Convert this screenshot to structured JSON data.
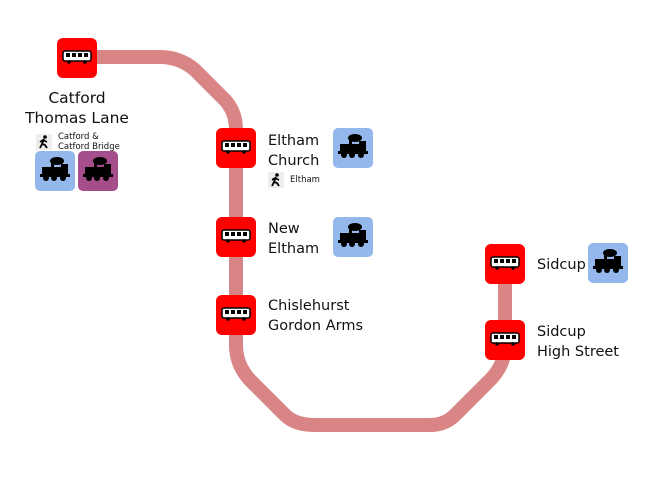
{
  "colors": {
    "route": "#d98585",
    "stop": "#ff0000",
    "rail_blue": "#94b8ec",
    "rail_purple": "#a64d8c"
  },
  "stops": [
    {
      "name": "Catford Thomas Lane",
      "line1": "Catford",
      "line2": "Thomas Lane",
      "walk": {
        "line1": "Catford &",
        "line2": "Catford Bridge"
      },
      "rail": [
        "blue",
        "purple"
      ]
    },
    {
      "name": "Eltham Church",
      "line1": "Eltham",
      "line2": "Church",
      "walk": {
        "line1": "Eltham"
      },
      "rail": [
        "blue"
      ]
    },
    {
      "name": "New Eltham",
      "line1": "New",
      "line2": "Eltham",
      "rail": [
        "blue"
      ]
    },
    {
      "name": "Chislehurst Gordon Arms",
      "line1": "Chislehurst",
      "line2": "Gordon Arms"
    },
    {
      "name": "Sidcup",
      "line1": "Sidcup",
      "rail": [
        "blue"
      ]
    },
    {
      "name": "Sidcup High Street",
      "line1": "Sidcup",
      "line2": "High Street"
    }
  ],
  "icons": {
    "stop": "bus-icon",
    "rail": "steam-train-icon",
    "walk": "pedestrian-icon"
  }
}
